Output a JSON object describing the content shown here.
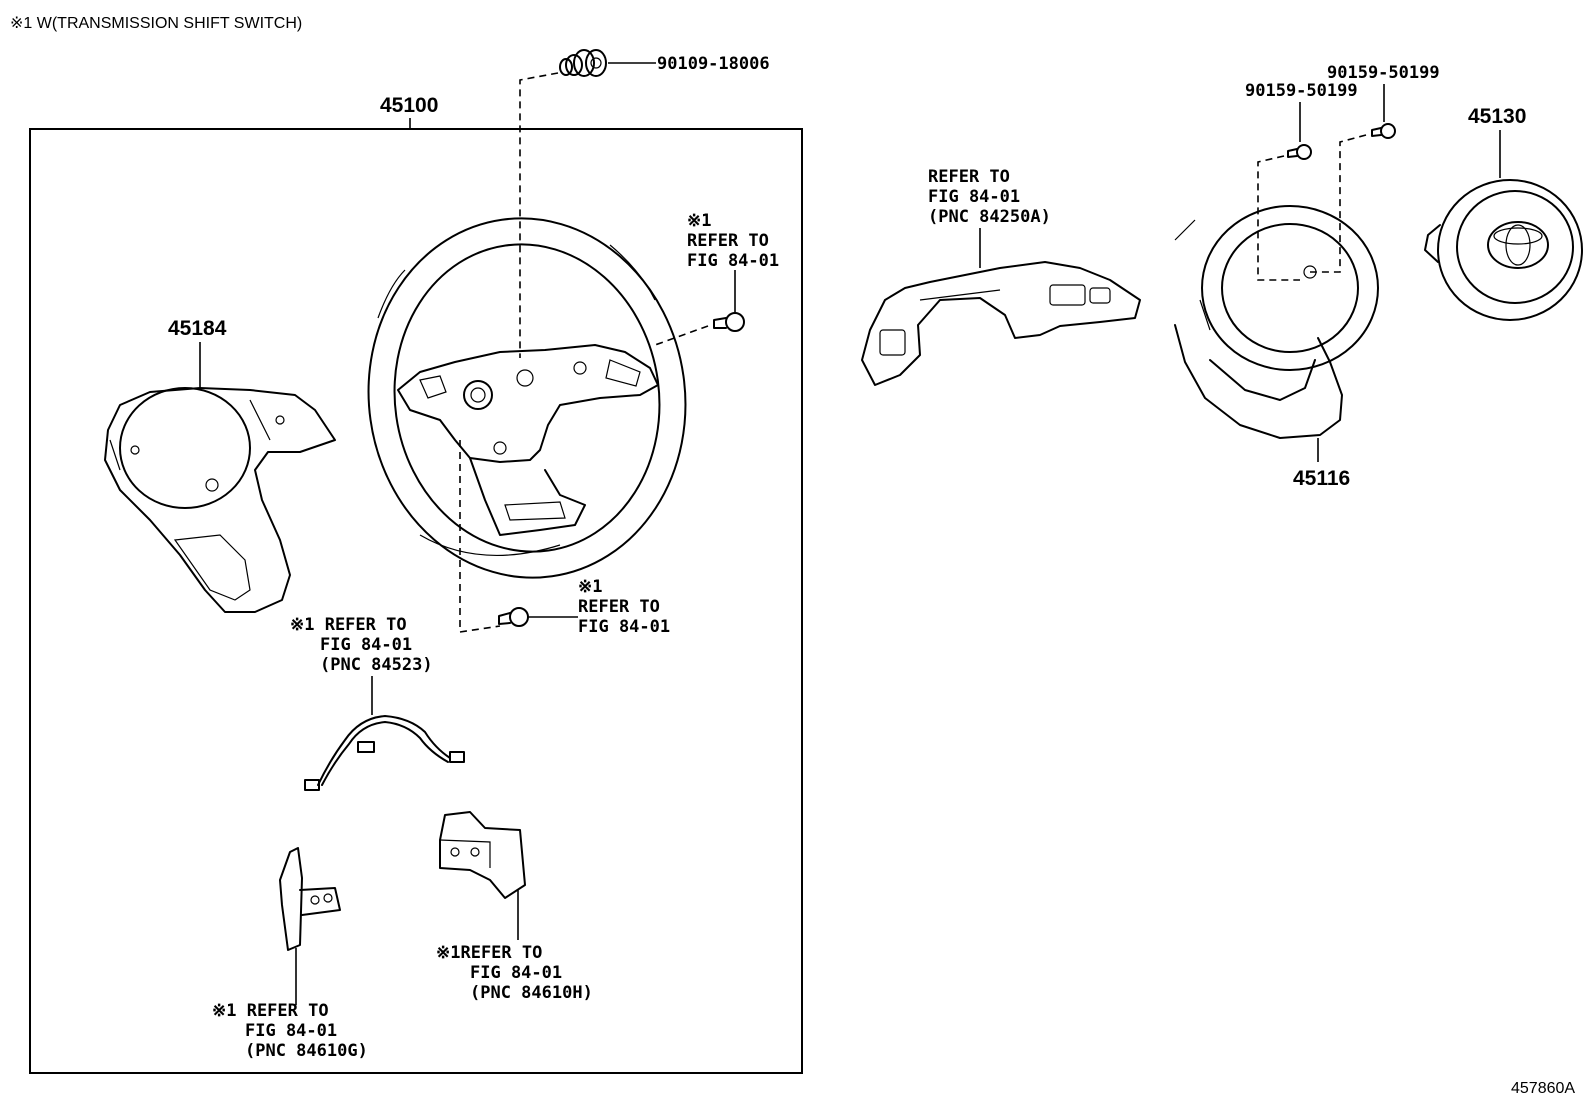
{
  "header_note": "※1 W(TRANSMISSION SHIFT SWITCH)",
  "figure_id": "457860A",
  "assembly_number": "45100",
  "parts": {
    "nut_top": "90109-18006",
    "cover_screw_upper": "90159-50199",
    "cover_screw_lower": "90159-50199",
    "airbag": "45130",
    "lower_cover": "45116",
    "rear_cover": "45184"
  },
  "refs": {
    "bolt_right": {
      "mark": "※1",
      "line1": "REFER TO",
      "line2": "FIG 84-01"
    },
    "bolt_bottom": {
      "mark": "※1",
      "line1": "REFER TO",
      "line2": "FIG 84-01"
    },
    "harness": {
      "line1": "※1 REFER TO",
      "line2": "FIG 84-01",
      "line3": "(PNC 84523)"
    },
    "switch_right": {
      "line1": "REFER TO",
      "line2": "FIG 84-01",
      "line3": "(PNC 84250A)"
    },
    "paddle_left": {
      "line1": "※1 REFER TO",
      "line2": "FIG 84-01",
      "line3": "(PNC 84610G)"
    },
    "paddle_right": {
      "line1": "※1REFER TO",
      "line2": "FIG 84-01",
      "line3": "(PNC 84610H)"
    }
  }
}
